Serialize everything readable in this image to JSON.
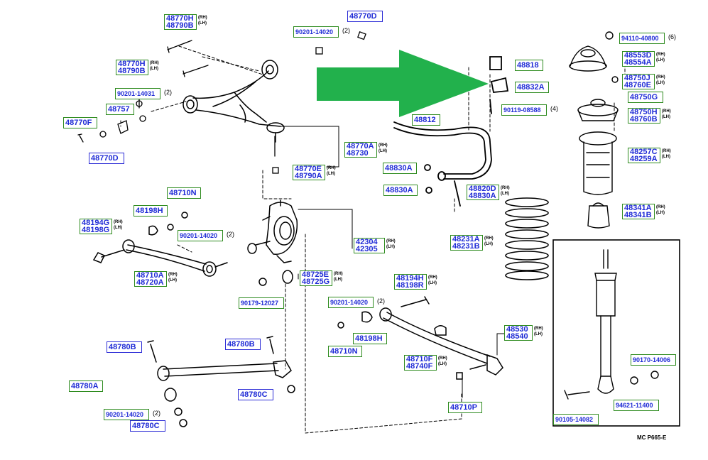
{
  "diagram_code": "MC P665-E",
  "arrow_color": "#22b14c",
  "label_border_color": "#2e8b1f",
  "label_text_color": "#1f2bd6",
  "labels": [
    {
      "id": "l1",
      "lines": [
        "48770H",
        "48790B"
      ],
      "side": [
        "(RH)",
        "(LH)"
      ]
    },
    {
      "id": "l2",
      "lines": [
        "48770D"
      ],
      "blue": true
    },
    {
      "id": "l3",
      "lines": [
        "90201-14020"
      ],
      "qty": "(2)"
    },
    {
      "id": "l4",
      "lines": [
        "48770H",
        "48790B"
      ],
      "side": [
        "(RH)",
        "(LH)"
      ]
    },
    {
      "id": "l5",
      "lines": [
        "90201-14031"
      ],
      "qty": "(2)"
    },
    {
      "id": "l6",
      "lines": [
        "48757"
      ]
    },
    {
      "id": "l7",
      "lines": [
        "48770F"
      ]
    },
    {
      "id": "l8",
      "lines": [
        "48770D"
      ],
      "blue": true
    },
    {
      "id": "l9",
      "lines": [
        "48770A",
        "48730"
      ],
      "side": [
        "(RH)",
        "(LH)"
      ]
    },
    {
      "id": "l10",
      "lines": [
        "48770E",
        "48790A"
      ],
      "side": [
        "(RH)",
        "(LH)"
      ]
    },
    {
      "id": "l11",
      "lines": [
        "48818"
      ]
    },
    {
      "id": "l12",
      "lines": [
        "48832A"
      ]
    },
    {
      "id": "l13",
      "lines": [
        "90119-08588"
      ],
      "qty": "(4)"
    },
    {
      "id": "l14",
      "lines": [
        "48812"
      ]
    },
    {
      "id": "l15",
      "lines": [
        "48830A"
      ]
    },
    {
      "id": "l16",
      "lines": [
        "48830A"
      ]
    },
    {
      "id": "l17",
      "lines": [
        "48820D",
        "48830A"
      ],
      "side": [
        "(RH)",
        "(LH)"
      ]
    },
    {
      "id": "l18",
      "lines": [
        "94110-40800"
      ],
      "qty": "(6)"
    },
    {
      "id": "l19",
      "lines": [
        "48553D",
        "48554A"
      ],
      "side": [
        "(RH)",
        "(LH)"
      ]
    },
    {
      "id": "l20",
      "lines": [
        "48750J",
        "48760E"
      ],
      "side": [
        "(RH)",
        "(LH)"
      ]
    },
    {
      "id": "l21",
      "lines": [
        "48750G"
      ]
    },
    {
      "id": "l22",
      "lines": [
        "48750H",
        "48760B"
      ],
      "side": [
        "(RH)",
        "(LH)"
      ]
    },
    {
      "id": "l23",
      "lines": [
        "48257C",
        "48259A"
      ],
      "side": [
        "(RH)",
        "(LH)"
      ]
    },
    {
      "id": "l24",
      "lines": [
        "48341A",
        "48341B"
      ],
      "side": [
        "(RH)",
        "(LH)"
      ]
    },
    {
      "id": "l25",
      "lines": [
        "48710N"
      ]
    },
    {
      "id": "l26",
      "lines": [
        "48198H"
      ]
    },
    {
      "id": "l27",
      "lines": [
        "48194G",
        "48198G"
      ],
      "side": [
        "(RH)",
        "(LH)"
      ]
    },
    {
      "id": "l28",
      "lines": [
        "90201-14020"
      ],
      "qty": "(2)"
    },
    {
      "id": "l29",
      "lines": [
        "48710A",
        "48720A"
      ],
      "side": [
        "(RH)",
        "(LH)"
      ]
    },
    {
      "id": "l30",
      "lines": [
        "90179-12027"
      ]
    },
    {
      "id": "l31",
      "lines": [
        "48725E",
        "48725G"
      ],
      "side": [
        "(RH)",
        "(LH)"
      ]
    },
    {
      "id": "l32",
      "lines": [
        "42304",
        "42305"
      ],
      "side": [
        "(RH)",
        "(LH)"
      ]
    },
    {
      "id": "l33",
      "lines": [
        "48231A",
        "48231B"
      ],
      "side": [
        "(RH)",
        "(LH)"
      ]
    },
    {
      "id": "l34",
      "lines": [
        "48194H",
        "48198R"
      ],
      "side": [
        "(RH)",
        "(LH)"
      ]
    },
    {
      "id": "l35",
      "lines": [
        "90201-14020"
      ],
      "qty": "(2)"
    },
    {
      "id": "l36",
      "lines": [
        "48198H"
      ]
    },
    {
      "id": "l37",
      "lines": [
        "48710N"
      ]
    },
    {
      "id": "l38",
      "lines": [
        "48710F",
        "48740F"
      ],
      "side": [
        "(RH)",
        "(LH)"
      ]
    },
    {
      "id": "l39",
      "lines": [
        "48710P"
      ]
    },
    {
      "id": "l40",
      "lines": [
        "48530",
        "48540"
      ],
      "side": [
        "(RH)",
        "(LH)"
      ]
    },
    {
      "id": "l41",
      "lines": [
        "90170-14006"
      ]
    },
    {
      "id": "l42",
      "lines": [
        "94621-11400"
      ]
    },
    {
      "id": "l43",
      "lines": [
        "90105-14082"
      ]
    },
    {
      "id": "l44",
      "lines": [
        "48780B"
      ],
      "blue": true
    },
    {
      "id": "l45",
      "lines": [
        "48780B"
      ],
      "blue": true
    },
    {
      "id": "l46",
      "lines": [
        "48780A"
      ]
    },
    {
      "id": "l47",
      "lines": [
        "48780C"
      ],
      "blue": true
    },
    {
      "id": "l48",
      "lines": [
        "90201-14020"
      ],
      "qty": "(2)"
    },
    {
      "id": "l49",
      "lines": [
        "48780C"
      ],
      "blue": true
    }
  ]
}
